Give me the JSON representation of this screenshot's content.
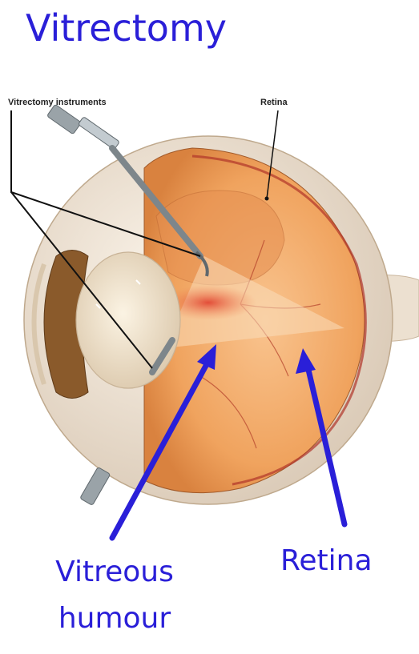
{
  "title": "Vitrectomy",
  "figure": {
    "label_instruments": "Vitrectomy instruments",
    "label_retina_small": "Retina"
  },
  "callouts": {
    "vitreous_line1": "Vitreous",
    "vitreous_line2": "humour",
    "retina": "Retina"
  },
  "colors": {
    "accent": "#2a1fd8",
    "eye_interior": "#f3a25f",
    "sclera": "#f2e6d8",
    "iris": "#8a5a2b"
  }
}
